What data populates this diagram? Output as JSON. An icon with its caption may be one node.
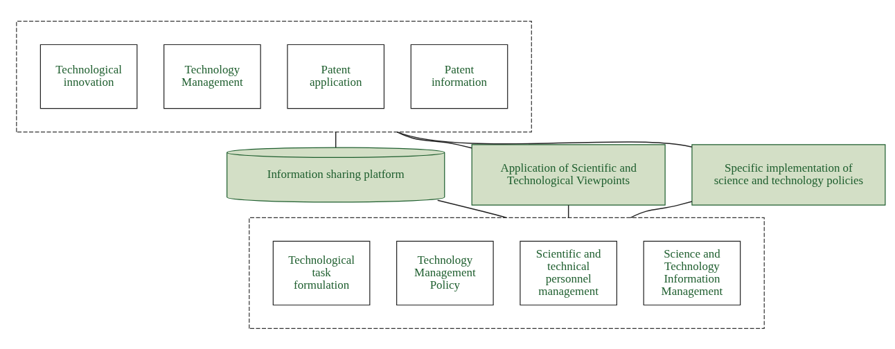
{
  "diagram": {
    "nodes": [
      {
        "text": [],
        "shape": "box"
      },
      {
        "text": [
          "Technological innovation"
        ],
        "in": 0
      },
      {
        "text": [
          "Technology Management"
        ],
        "in": 0
      },
      {
        "text": [
          "Patent application"
        ],
        "in": 0
      },
      {
        "text": [
          "Patent information"
        ],
        "in": 0
      },
      {
        "text": [
          "Application of Scientific and Technological Viewpoints"
        ]
      },
      {
        "text": [
          "Information sharing platform"
        ]
      },
      {
        "text": [
          "Specific implementation of science and technology policies"
        ]
      },
      {
        "text": [],
        "shape": "box"
      },
      {
        "text": [
          "Technological task formulation"
        ],
        "in": 8
      },
      {
        "text": [
          "Technology Management Policy"
        ],
        "in": 8
      },
      {
        "text": [
          "Scientific and technical personnel management"
        ],
        "in": 8
      },
      {
        "text": [
          "Science and Technology Information Management"
        ],
        "in": 8
      }
    ],
    "edges": [
      {
        "from": 5,
        "to": 0,
        "arrow": "none"
      },
      {
        "from": 5,
        "to": 8,
        "arrow": "none"
      },
      {
        "from": 0,
        "to": 6,
        "arrow": "none"
      },
      {
        "from": 6,
        "to": 8,
        "arrow": "none"
      },
      {
        "from": 7,
        "to": 0,
        "arrow": "none"
      },
      {
        "from": 7,
        "to": 8,
        "arrow": "none"
      }
    ]
  }
}
